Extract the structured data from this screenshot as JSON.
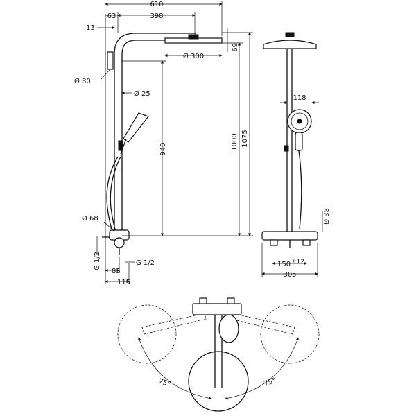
{
  "dims": {
    "d610": "610",
    "d398": "398",
    "d63": "63",
    "d13": "13",
    "d69": "69",
    "d300": "Ø 300",
    "d80": "Ø 80",
    "d25": "Ø 25",
    "d940": "940",
    "d1000": "1000",
    "d1075": "1075",
    "d68": "Ø 68",
    "g12a": "G 1/2",
    "g12b": "G 1/2",
    "d85": "85",
    "d115": "115",
    "d118": "118",
    "d38": "Ø 38",
    "d150": "150",
    "d150tol": "±12",
    "d305": "305",
    "a75l": "75°",
    "a75r": "75°"
  }
}
